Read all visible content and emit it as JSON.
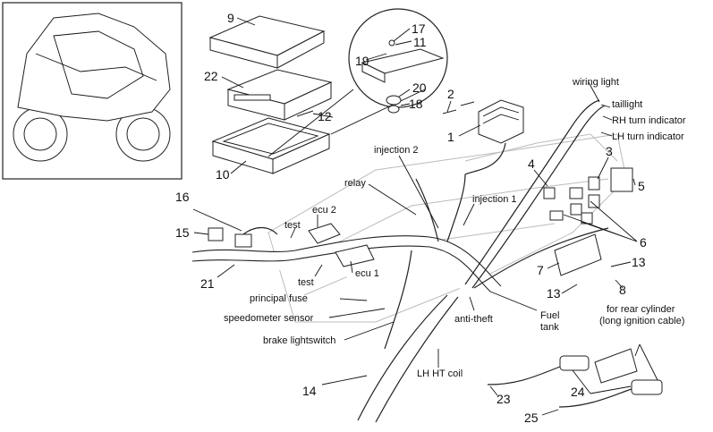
{
  "callouts": [
    {
      "id": "n1",
      "text": "1"
    },
    {
      "id": "n2",
      "text": "2"
    },
    {
      "id": "n3",
      "text": "3"
    },
    {
      "id": "n4",
      "text": "4"
    },
    {
      "id": "n5",
      "text": "5"
    },
    {
      "id": "n6",
      "text": "6"
    },
    {
      "id": "n7",
      "text": "7"
    },
    {
      "id": "n8",
      "text": "8"
    },
    {
      "id": "n9",
      "text": "9"
    },
    {
      "id": "n10",
      "text": "10"
    },
    {
      "id": "n11",
      "text": "11"
    },
    {
      "id": "n12",
      "text": "12"
    },
    {
      "id": "n13a",
      "text": "13"
    },
    {
      "id": "n13b",
      "text": "13"
    },
    {
      "id": "n14",
      "text": "14"
    },
    {
      "id": "n15",
      "text": "15"
    },
    {
      "id": "n16",
      "text": "16"
    },
    {
      "id": "n17",
      "text": "17"
    },
    {
      "id": "n18",
      "text": "18"
    },
    {
      "id": "n19",
      "text": "19"
    },
    {
      "id": "n20",
      "text": "20"
    },
    {
      "id": "n21",
      "text": "21"
    },
    {
      "id": "n22",
      "text": "22"
    },
    {
      "id": "n23",
      "text": "23"
    },
    {
      "id": "n24",
      "text": "24"
    },
    {
      "id": "n25",
      "text": "25"
    }
  ],
  "labels": {
    "wiring_light": "wiring light",
    "taillight": "taillight",
    "rh_turn": "RH turn indicator",
    "lh_turn": "LH turn indicator",
    "injection2": "injection 2",
    "injection1": "injection 1",
    "relay": "relay",
    "ecu2": "ecu  2",
    "ecu1": "ecu 1",
    "test_top": "test",
    "test_bottom": "test",
    "principal_fuse": "principal fuse",
    "speedometer_sensor": "speedometer sensor",
    "brake_lightswitch": "brake lightswitch",
    "anti_theft": "anti-theft",
    "fuel_tank_1": "Fuel",
    "fuel_tank_2": "tank",
    "lh_ht_coil": "LH HT coil",
    "rear_cyl_1": "for rear cylinder",
    "rear_cyl_2": "(long ignition cable)"
  }
}
